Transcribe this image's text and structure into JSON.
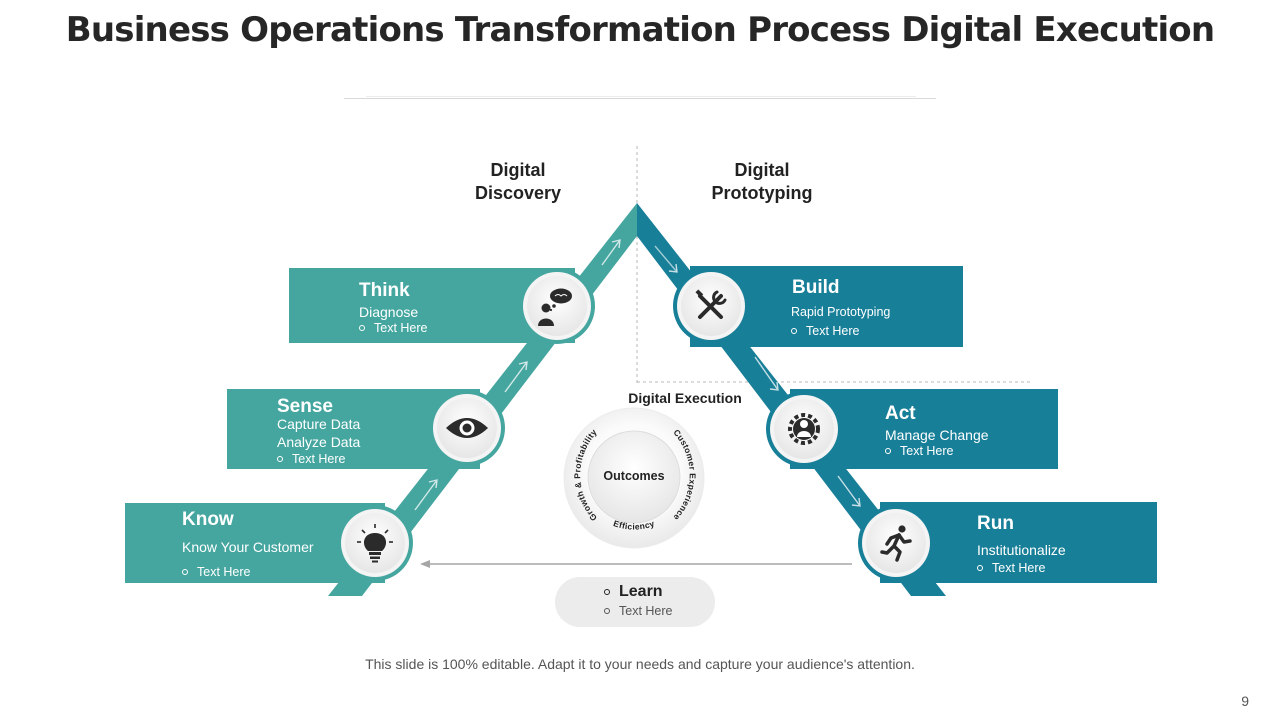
{
  "title": "Business Operations Transformation Process Digital Execution",
  "stages": {
    "left": {
      "line1": "Digital",
      "line2": "Discovery"
    },
    "right": {
      "line1": "Digital",
      "line2": "Prototyping"
    }
  },
  "think": {
    "title": "Think",
    "sub": "Diagnose",
    "text": "Text Here",
    "icon": "thinking-person-icon"
  },
  "sense": {
    "title": "Sense",
    "sub1": "Capture Data",
    "sub2": "Analyze Data",
    "text": "Text Here",
    "icon": "eye-icon"
  },
  "know": {
    "title": "Know",
    "sub": "Know Your Customer",
    "text": "Text Here",
    "icon": "lightbulb-icon"
  },
  "build": {
    "title": "Build",
    "sub": "Rapid Prototyping",
    "text": "Text Here",
    "icon": "tools-icon"
  },
  "act": {
    "title": "Act",
    "sub": "Manage Change",
    "text": "Text Here",
    "icon": "person-gear-icon"
  },
  "run": {
    "title": "Run",
    "sub": "Institutionalize",
    "text": "Text Here",
    "icon": "running-person-icon"
  },
  "execution": {
    "label": "Digital Execution",
    "center": "Outcomes",
    "ring": {
      "left": "Growth & Profitability",
      "right": "Customer Experience",
      "bottom": "Efficiency"
    }
  },
  "learn": {
    "title": "Learn",
    "text": "Text Here"
  },
  "footer": "This slide is 100% editable. Adapt it to your needs and capture your audience's attention.",
  "page_number": "9",
  "colors": {
    "teal": "#45a6a0",
    "blue": "#187f99",
    "title": "#262626"
  }
}
